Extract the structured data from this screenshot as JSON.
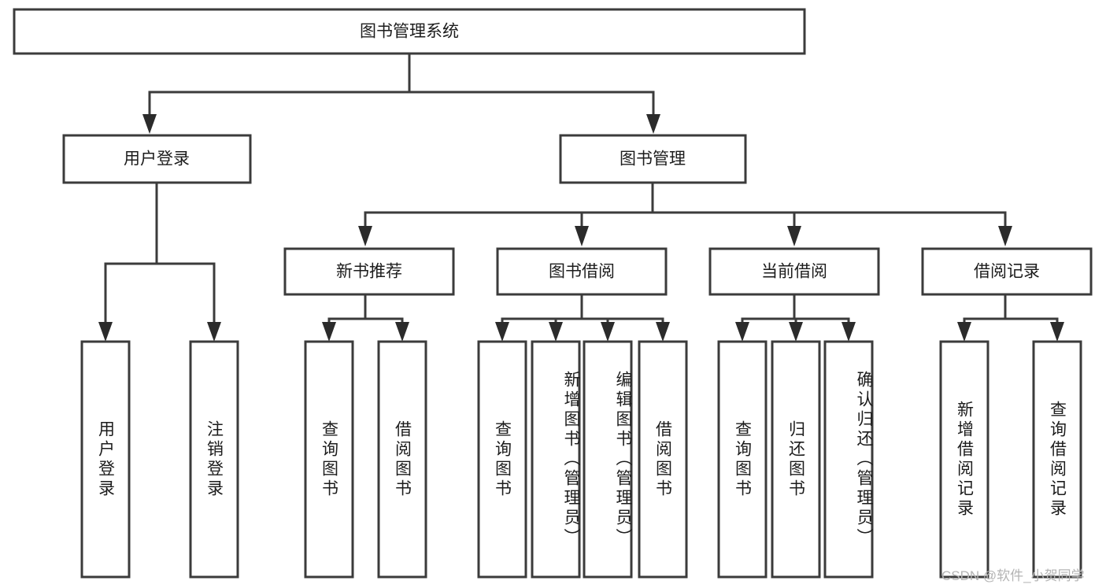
{
  "diagram": {
    "type": "tree-hierarchy",
    "root": {
      "id": "root",
      "label": "图书管理系统"
    },
    "level2": [
      {
        "id": "user-login",
        "label": "用户登录"
      },
      {
        "id": "book-manage",
        "label": "图书管理"
      }
    ],
    "level3": [
      {
        "id": "new-book-rec",
        "label": "新书推荐",
        "parent": "book-manage"
      },
      {
        "id": "book-borrow",
        "label": "图书借阅",
        "parent": "book-manage"
      },
      {
        "id": "current-borrow",
        "label": "当前借阅",
        "parent": "book-manage"
      },
      {
        "id": "borrow-record",
        "label": "借阅记录",
        "parent": "book-manage"
      }
    ],
    "leaves": [
      {
        "id": "leaf-user-login",
        "label": "用户登录",
        "parent": "user-login"
      },
      {
        "id": "leaf-logout-login",
        "label": "注销登录",
        "parent": "user-login"
      },
      {
        "id": "leaf-query-book-1",
        "label": "查询图书",
        "parent": "new-book-rec"
      },
      {
        "id": "leaf-borrow-book-1",
        "label": "借阅图书",
        "parent": "new-book-rec"
      },
      {
        "id": "leaf-query-book-2",
        "label": "查询图书",
        "parent": "book-borrow"
      },
      {
        "id": "leaf-add-book",
        "label": "新增图书（管理员）",
        "parent": "book-borrow"
      },
      {
        "id": "leaf-edit-book",
        "label": "编辑图书（管理员）",
        "parent": "book-borrow"
      },
      {
        "id": "leaf-borrow-book-2",
        "label": "借阅图书",
        "parent": "book-borrow"
      },
      {
        "id": "leaf-query-book-3",
        "label": "查询图书",
        "parent": "current-borrow"
      },
      {
        "id": "leaf-return-book",
        "label": "归还图书",
        "parent": "current-borrow"
      },
      {
        "id": "leaf-confirm-return",
        "label": "确认归还（管理员）",
        "parent": "current-borrow"
      },
      {
        "id": "leaf-add-record",
        "label": "新增借阅记录",
        "parent": "borrow-record"
      },
      {
        "id": "leaf-query-record",
        "label": "查询借阅记录",
        "parent": "borrow-record"
      }
    ],
    "colors": {
      "box_fill": "#ffffff",
      "box_stroke": "#3b3b3b",
      "connector": "#3b3b3b",
      "text": "#1c1c1c",
      "watermark": "#b4b4b4",
      "background": "#ffffff"
    }
  },
  "watermark": {
    "text": "CSDN @软件_小贺同学"
  }
}
